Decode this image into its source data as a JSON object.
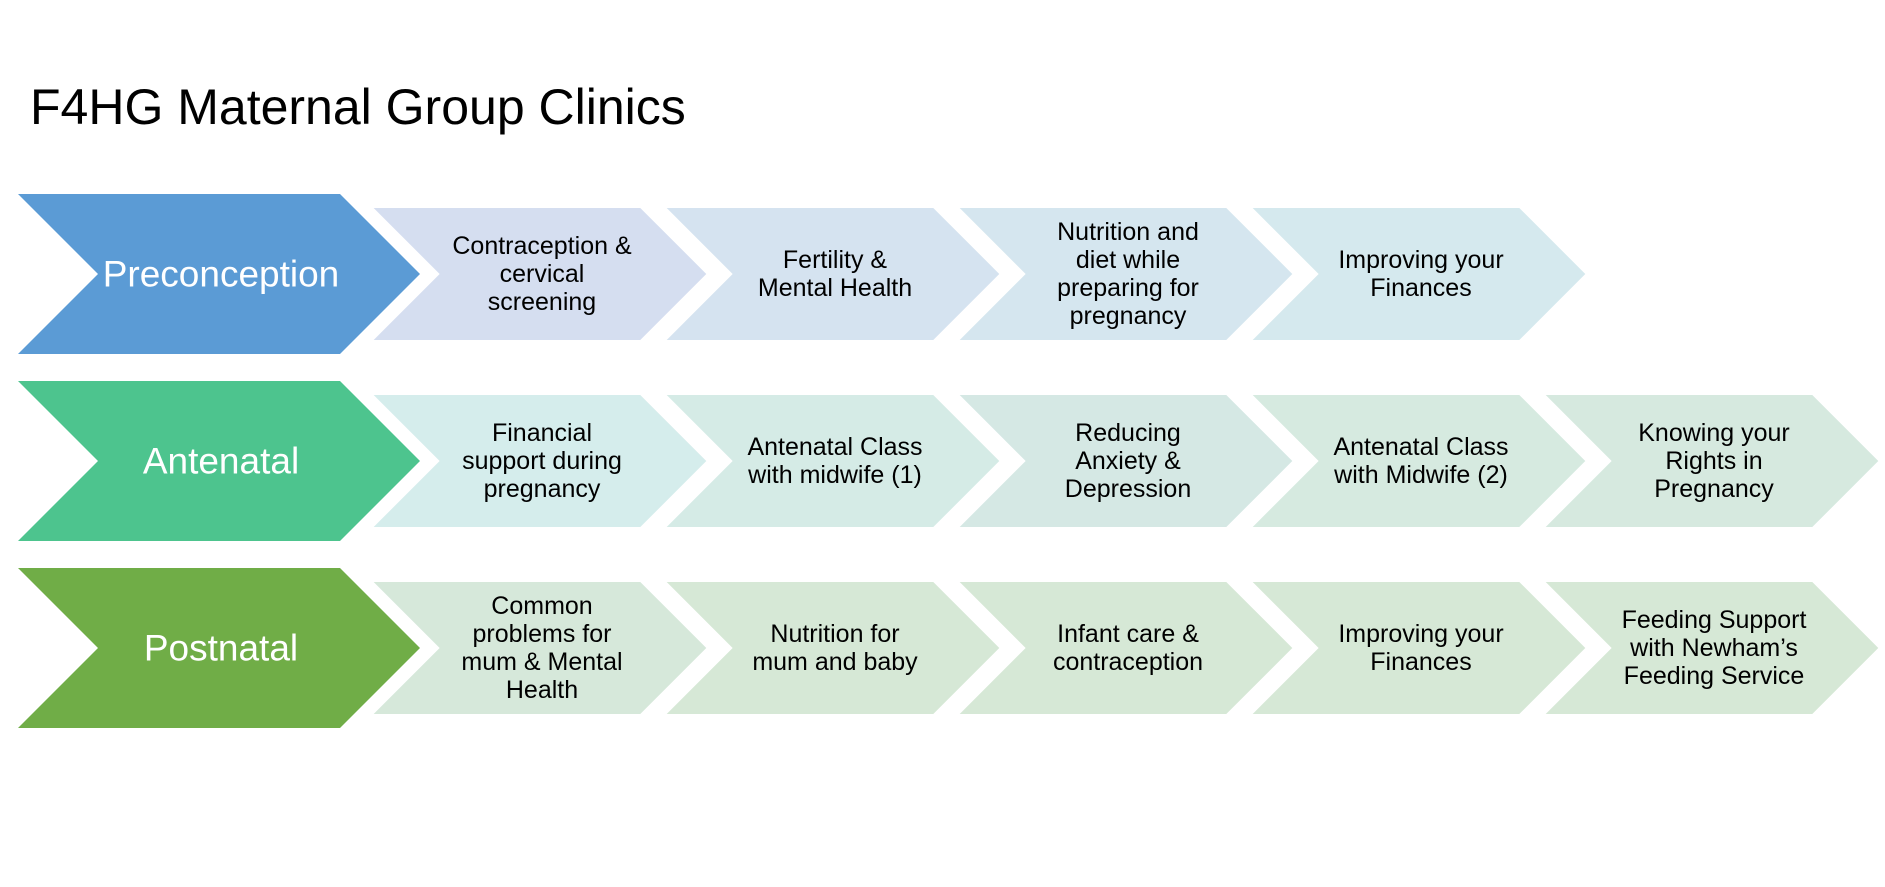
{
  "title": "F4HG Maternal Group Clinics",
  "rows": [
    {
      "label": "Preconception",
      "color": "#5B9BD5",
      "steps": [
        {
          "lines": [
            "Contraception &",
            "cervical",
            "screening"
          ],
          "color": "#D5DEF0"
        },
        {
          "lines": [
            "Fertility &",
            "Mental Health"
          ],
          "color": "#D5E3F0"
        },
        {
          "lines": [
            "Nutrition and",
            "diet while",
            "preparing for",
            "pregnancy"
          ],
          "color": "#D5E6EF"
        },
        {
          "lines": [
            "Improving your",
            "Finances"
          ],
          "color": "#D5E9EE"
        }
      ]
    },
    {
      "label": "Antenatal",
      "color": "#4DC48E",
      "steps": [
        {
          "lines": [
            "Financial",
            "support during",
            "pregnancy"
          ],
          "color": "#D5EDEC"
        },
        {
          "lines": [
            "Antenatal Class",
            "with midwife (1)"
          ],
          "color": "#D5EBE6"
        },
        {
          "lines": [
            "Reducing",
            "Anxiety &",
            "Depression"
          ],
          "color": "#D5E8E4"
        },
        {
          "lines": [
            "Antenatal Class",
            "with Midwife (2)"
          ],
          "color": "#D6EAE0"
        },
        {
          "lines": [
            "Knowing your",
            "Rights in",
            "Pregnancy"
          ],
          "color": "#D6E9DF"
        }
      ]
    },
    {
      "label": "Postnatal",
      "color": "#70AD47",
      "steps": [
        {
          "lines": [
            "Common",
            "problems for",
            "mum & Mental",
            "Health"
          ],
          "color": "#D6E8DA"
        },
        {
          "lines": [
            "Nutrition for",
            "mum and baby"
          ],
          "color": "#D6E8D6"
        },
        {
          "lines": [
            "Infant care &",
            "contraception"
          ],
          "color": "#D6E8D6"
        },
        {
          "lines": [
            "Improving your",
            "Finances"
          ],
          "color": "#D6E8D6"
        },
        {
          "lines": [
            "Feeding Support",
            "with Newham’s",
            "Feeding Service"
          ],
          "color": "#D6E8D6"
        }
      ]
    }
  ]
}
